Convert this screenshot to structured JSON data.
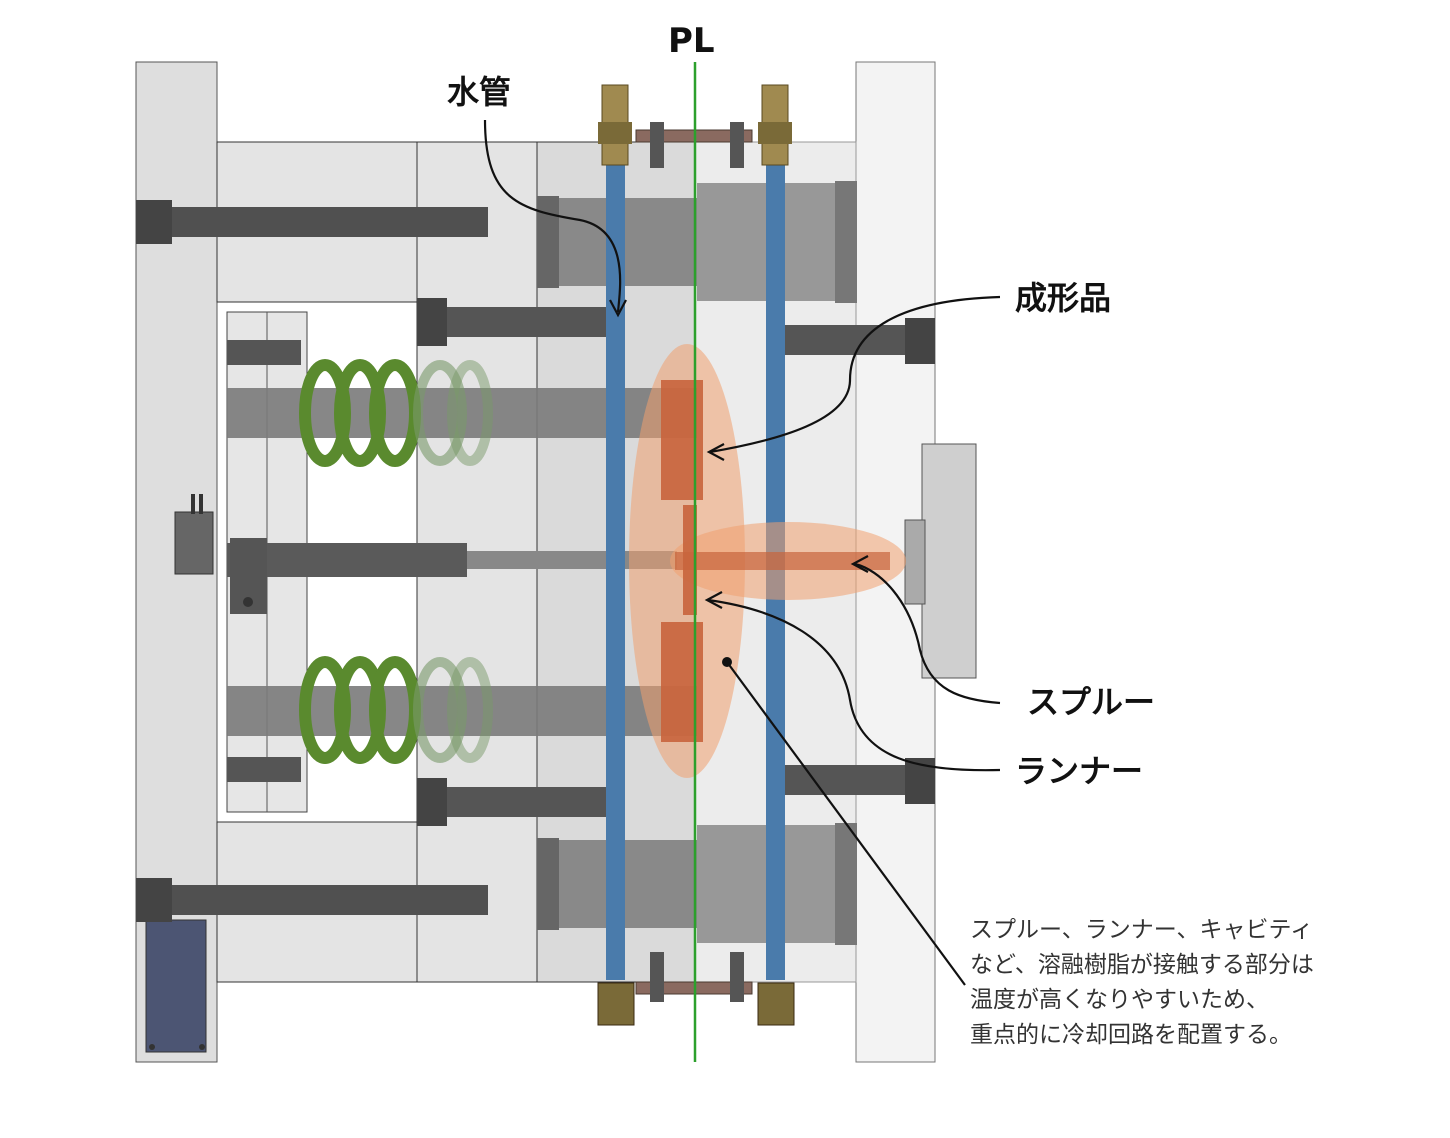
{
  "labels": {
    "parting_line": "PL",
    "water_pipe": "水管",
    "molded_part": "成形品",
    "sprue": "スプルー",
    "runner": "ランナー"
  },
  "note": {
    "lines": [
      "スプルー、ランナー、キャビティ",
      "など、溶融樹脂が接触する部分は",
      "温度が高くなりやすいため、",
      "重点的に冷却回路を配置する。"
    ]
  },
  "colors": {
    "parting_line": "#2ca02c",
    "water_pipe": "#4a7bab",
    "spring": "#5a8a2e",
    "highlight": "#f0a070",
    "molded_part": "#c8643c",
    "fitting": "#a08a50",
    "plate": "#dcdcdc"
  }
}
